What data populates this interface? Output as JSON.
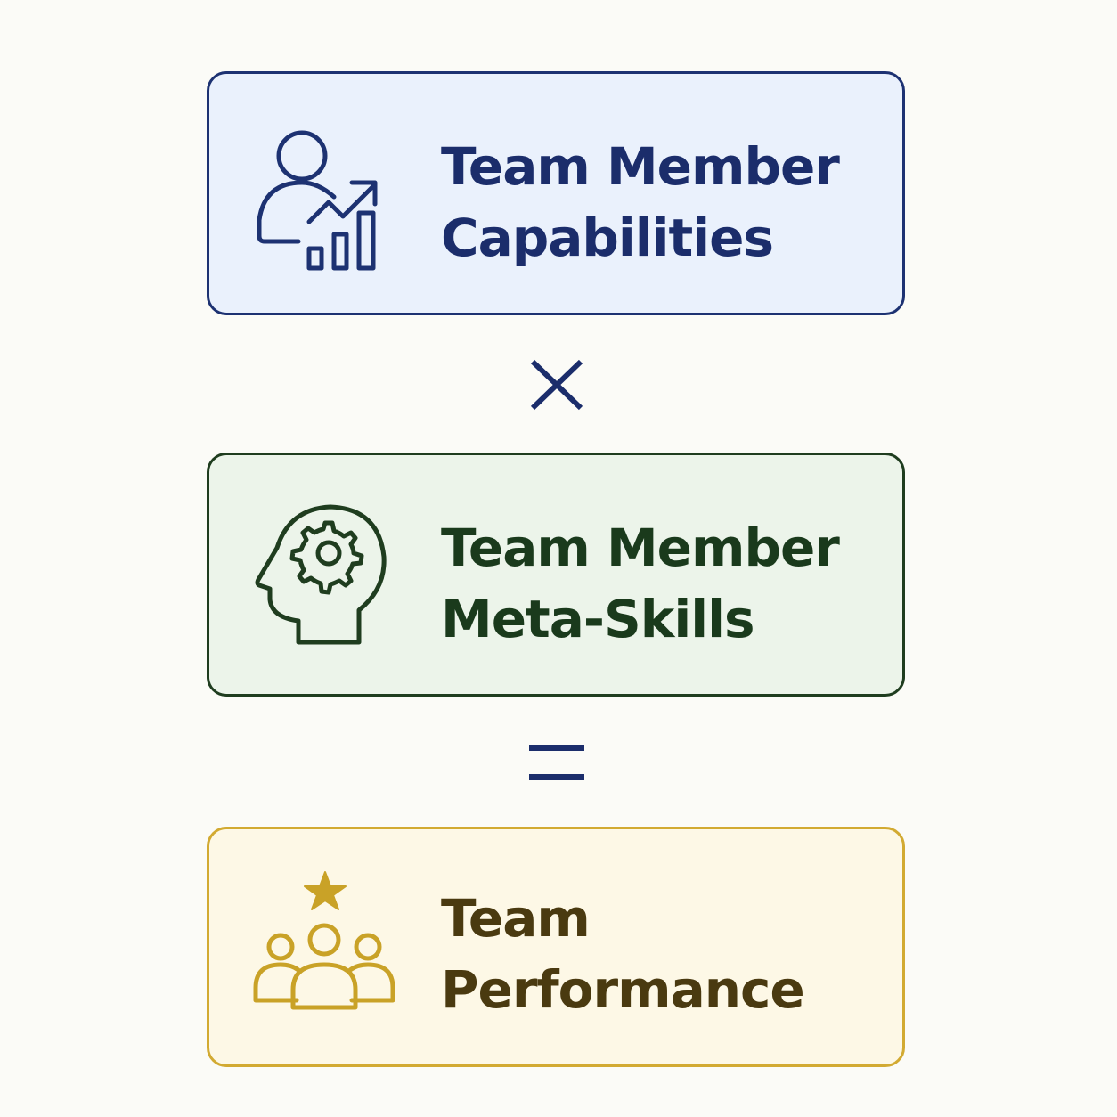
{
  "colors": {
    "background": "#fbfbf7",
    "operator": "#1b2d6b",
    "capabilities": {
      "fill": "#eaf1fc",
      "border": "#1d3272",
      "text": "#1b2d6b"
    },
    "meta_skills": {
      "fill": "#ecf4ea",
      "border": "#1f3d1f",
      "text": "#1a3a1c"
    },
    "performance": {
      "fill": "#fdf8e6",
      "border": "#d2aa32",
      "text": "#4a3a10",
      "icon": "#c9a227"
    }
  },
  "boxes": [
    {
      "icon": "user-growth-chart-icon",
      "lines": [
        "Team Member",
        "Capabilities"
      ]
    },
    {
      "icon": "head-gear-icon",
      "lines": [
        "Team Member",
        "Meta-Skills"
      ]
    },
    {
      "icon": "team-star-icon",
      "lines": [
        "Team",
        "Performance"
      ]
    }
  ],
  "operators": [
    "multiply",
    "equals"
  ]
}
